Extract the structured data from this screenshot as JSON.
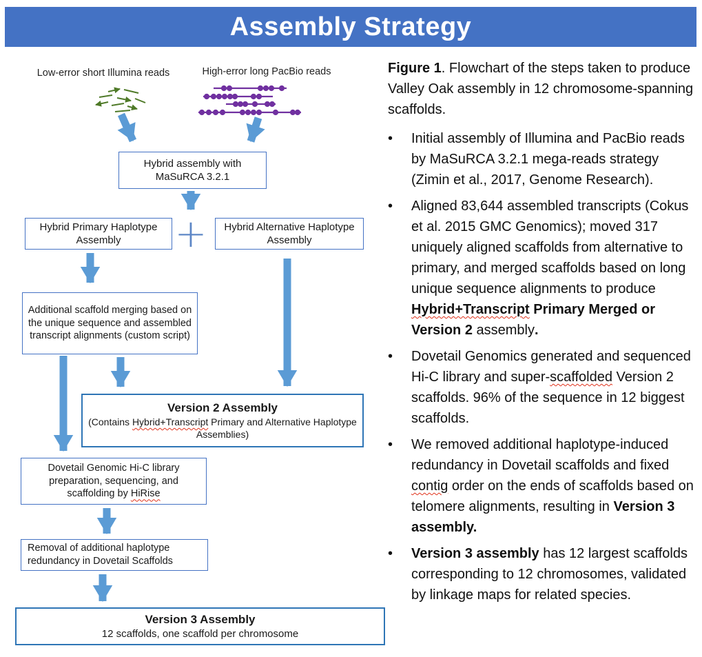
{
  "title": "Assembly Strategy",
  "colors": {
    "banner_blue": "#4472C4",
    "box_border_blue": "#2E75B6",
    "arrow_blue": "#5B9BD5",
    "illumina_reads_green": "#4f7a28",
    "pacbio_reads_purple": "#7030A0",
    "squiggle_red": "#e0311a"
  },
  "flowchart": {
    "labels": {
      "illumina": "Low-error short Illumina reads",
      "pacbio": "High-error long PacBio reads"
    },
    "plus": "+",
    "boxes": {
      "masurca": {
        "text": "Hybrid assembly with MaSuRCA 3.2.1"
      },
      "primary": {
        "text": "Hybrid Primary Haplotype Assembly"
      },
      "alternative": {
        "text": "Hybrid Alternative Haplotype Assembly"
      },
      "merging": {
        "text": "Additional scaffold merging based on the unique sequence and assembled transcript  alignments (custom script)"
      },
      "version2": {
        "title": "Version 2 Assembly",
        "sub_pre": "(Contains ",
        "sub_mark": "Hybrid+Transcript",
        "sub_post": " Primary and Alternative Haplotype Assemblies)"
      },
      "dovetail": {
        "pre": "Dovetail Genomic Hi-C library preparation, sequencing, and scaffolding by ",
        "mark": "HiRise"
      },
      "removal": {
        "text": "Removal of additional haplotype redundancy in Dovetail Scaffolds"
      },
      "version3": {
        "title": "Version 3 Assembly",
        "sub": "12 scaffolds, one scaffold per chromosome"
      }
    }
  },
  "caption": {
    "lead": "Figure 1",
    "rest": ". Flowchart of the steps taken to produce Valley Oak assembly in 12 chromosome-spanning scaffolds."
  },
  "bullets": [
    {
      "parts": [
        {
          "t": "Initial assembly of Illumina and PacBio reads by MaSuRCA 3.2.1 mega-reads strategy (Zimin et al., 2017, Genome Research)."
        }
      ]
    },
    {
      "parts": [
        {
          "t": "Aligned 83,644 assembled transcripts (Cokus et al. 2015 GMC Genomics); moved 317 uniquely aligned scaffolds from alternative to primary, and merged scaffolds based on long unique sequence alignments to produce "
        },
        {
          "t": "Hybrid+Transcript"
        },
        {
          "t": " Primary Merged or Version 2"
        },
        {
          "t": " assembly"
        },
        {
          "t": "."
        }
      ]
    },
    {
      "parts": [
        {
          "t": "Dovetail Genomics generated and sequenced Hi-C library and super-"
        },
        {
          "t": "scaffolded"
        },
        {
          "t": " Version 2 scaffolds.  96% of the sequence in 12 biggest scaffolds."
        }
      ]
    },
    {
      "parts": [
        {
          "t": "We removed additional haplotype-induced redundancy in Dovetail scaffolds and fixed "
        },
        {
          "t": "contig"
        },
        {
          "t": " order on the ends of scaffolds based on telomere alignments, resulting in "
        },
        {
          "t": "Version 3 assembly."
        }
      ]
    },
    {
      "parts": [
        {
          "t": "Version 3 assembly"
        },
        {
          "t": " has 12 largest scaffolds corresponding to 12 chromosomes, validated by linkage maps for related species."
        }
      ]
    }
  ]
}
